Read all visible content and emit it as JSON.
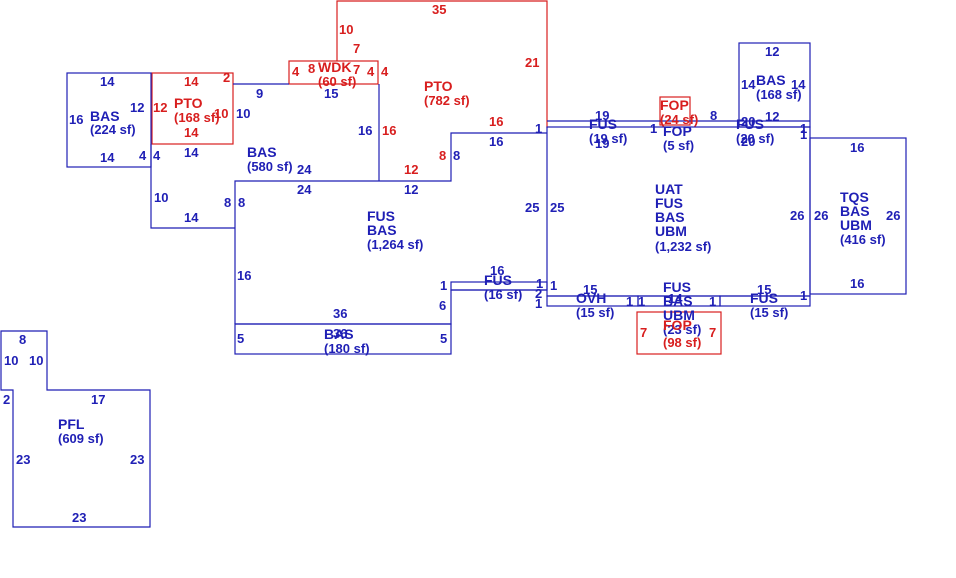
{
  "colors": {
    "living": "#1f1fb5",
    "other": "#d81e1e",
    "background": "#ffffff"
  },
  "areas": [
    {
      "id": "bas224",
      "code": "BAS",
      "area": "(224 sf)",
      "color": "living"
    },
    {
      "id": "pto168",
      "code": "PTO",
      "area": "(168 sf)",
      "color": "other"
    },
    {
      "id": "wdk60",
      "code": "WDK",
      "area": "(60 sf)",
      "color": "other"
    },
    {
      "id": "pto782",
      "code": "PTO",
      "area": "(782 sf)",
      "color": "other"
    },
    {
      "id": "bas580",
      "code": "BAS",
      "area": "(580 sf)",
      "color": "living"
    },
    {
      "id": "fusbas1264",
      "code": "FUS\nBAS",
      "area": "(1,264 sf)",
      "color": "living"
    },
    {
      "id": "bas180",
      "code": "BAS",
      "area": "(180 sf)",
      "color": "living"
    },
    {
      "id": "fus16",
      "code": "FUS",
      "area": "(16 sf)",
      "color": "living"
    },
    {
      "id": "fus19",
      "code": "FUS",
      "area": "(19 sf)",
      "color": "living"
    },
    {
      "id": "fop5",
      "code": "FOP",
      "area": "(5 sf)",
      "color": "living"
    },
    {
      "id": "fus20",
      "code": "FUS",
      "area": "(20 sf)",
      "color": "living"
    },
    {
      "id": "bas168",
      "code": "BAS",
      "area": "(168 sf)",
      "color": "living"
    },
    {
      "id": "uat1232",
      "code": "UAT\nFUS\nBAS\nUBM",
      "area": "(1,232 sf)",
      "color": "living"
    },
    {
      "id": "tqs416",
      "code": "TQS\nBAS\nUBM",
      "area": "(416 sf)",
      "color": "living"
    },
    {
      "id": "ovh15",
      "code": "OVH",
      "area": "(15 sf)",
      "color": "living"
    },
    {
      "id": "fusbasubm23",
      "code": "FUS\nBAS\nUBM",
      "area": "(23 sf)",
      "color": "living"
    },
    {
      "id": "fus15",
      "code": "FUS",
      "area": "(15 sf)",
      "color": "living"
    },
    {
      "id": "fop98",
      "code": "FOP",
      "area": "(98 sf)",
      "color": "other"
    },
    {
      "id": "fop24",
      "code": "FOP",
      "area": "(24 sf)",
      "color": "other"
    },
    {
      "id": "pfl609",
      "code": "PFL",
      "area": "(609 sf)",
      "color": "living"
    }
  ],
  "dimensions": [
    {
      "id": "d1",
      "text": "14",
      "color": "living"
    },
    {
      "id": "d2",
      "text": "16",
      "color": "living"
    },
    {
      "id": "d3",
      "text": "12",
      "color": "living"
    },
    {
      "id": "d4",
      "text": "14",
      "color": "living"
    },
    {
      "id": "d5",
      "text": "4",
      "color": "living"
    },
    {
      "id": "d6",
      "text": "14",
      "color": "other"
    },
    {
      "id": "d7",
      "text": "2",
      "color": "other"
    },
    {
      "id": "d8",
      "text": "12",
      "color": "other"
    },
    {
      "id": "d9",
      "text": "10",
      "color": "other"
    },
    {
      "id": "d10",
      "text": "14",
      "color": "other"
    },
    {
      "id": "d11",
      "text": "10",
      "color": "living"
    },
    {
      "id": "d12",
      "text": "9",
      "color": "living"
    },
    {
      "id": "d13",
      "text": "4",
      "color": "living"
    },
    {
      "id": "d14",
      "text": "14",
      "color": "living"
    },
    {
      "id": "d15",
      "text": "10",
      "color": "living"
    },
    {
      "id": "d16",
      "text": "14",
      "color": "living"
    },
    {
      "id": "d17",
      "text": "8",
      "color": "living"
    },
    {
      "id": "d18",
      "text": "8",
      "color": "living"
    },
    {
      "id": "d19",
      "text": "4",
      "color": "other"
    },
    {
      "id": "d20",
      "text": "8",
      "color": "other"
    },
    {
      "id": "d21",
      "text": "7",
      "color": "other"
    },
    {
      "id": "d22",
      "text": "4",
      "color": "other"
    },
    {
      "id": "d23",
      "text": "4",
      "color": "other"
    },
    {
      "id": "d24",
      "text": "7",
      "color": "other"
    },
    {
      "id": "d25",
      "text": "10",
      "color": "other"
    },
    {
      "id": "d26",
      "text": "35",
      "color": "other"
    },
    {
      "id": "d27",
      "text": "21",
      "color": "other"
    },
    {
      "id": "d28",
      "text": "15",
      "color": "living"
    },
    {
      "id": "d29",
      "text": "16",
      "color": "living"
    },
    {
      "id": "d30",
      "text": "16",
      "color": "other"
    },
    {
      "id": "d31",
      "text": "16",
      "color": "other"
    },
    {
      "id": "d32",
      "text": "16",
      "color": "living"
    },
    {
      "id": "d33",
      "text": "8",
      "color": "other"
    },
    {
      "id": "d34",
      "text": "8",
      "color": "living"
    },
    {
      "id": "d35",
      "text": "12",
      "color": "other"
    },
    {
      "id": "d36",
      "text": "12",
      "color": "living"
    },
    {
      "id": "d37",
      "text": "24",
      "color": "living"
    },
    {
      "id": "d38",
      "text": "24",
      "color": "living"
    },
    {
      "id": "d39",
      "text": "16",
      "color": "living"
    },
    {
      "id": "d40",
      "text": "36",
      "color": "living"
    },
    {
      "id": "d41",
      "text": "6",
      "color": "living"
    },
    {
      "id": "d42",
      "text": "1",
      "color": "living"
    },
    {
      "id": "d43",
      "text": "5",
      "color": "living"
    },
    {
      "id": "d44",
      "text": "5",
      "color": "living"
    },
    {
      "id": "d45",
      "text": "36",
      "color": "living"
    },
    {
      "id": "d46",
      "text": "16",
      "color": "living"
    },
    {
      "id": "d47",
      "text": "1",
      "color": "living"
    },
    {
      "id": "d48",
      "text": "1",
      "color": "living"
    },
    {
      "id": "d49",
      "text": "2",
      "color": "living"
    },
    {
      "id": "d50",
      "text": "25",
      "color": "living"
    },
    {
      "id": "d51",
      "text": "25",
      "color": "living"
    },
    {
      "id": "d52",
      "text": "1",
      "color": "living"
    },
    {
      "id": "d53",
      "text": "19",
      "color": "living"
    },
    {
      "id": "d54",
      "text": "19",
      "color": "living"
    },
    {
      "id": "d55",
      "text": "1",
      "color": "living"
    },
    {
      "id": "d56",
      "text": "8",
      "color": "living"
    },
    {
      "id": "d57",
      "text": "20",
      "color": "living"
    },
    {
      "id": "d58",
      "text": "20",
      "color": "living"
    },
    {
      "id": "d59",
      "text": "1",
      "color": "living"
    },
    {
      "id": "d60",
      "text": "1",
      "color": "living"
    },
    {
      "id": "d61",
      "text": "12",
      "color": "living"
    },
    {
      "id": "d62",
      "text": "14",
      "color": "living"
    },
    {
      "id": "d63",
      "text": "14",
      "color": "living"
    },
    {
      "id": "d64",
      "text": "12",
      "color": "living"
    },
    {
      "id": "d65",
      "text": "16",
      "color": "living"
    },
    {
      "id": "d66",
      "text": "26",
      "color": "living"
    },
    {
      "id": "d67",
      "text": "26",
      "color": "living"
    },
    {
      "id": "d68",
      "text": "26",
      "color": "living"
    },
    {
      "id": "d69",
      "text": "16",
      "color": "living"
    },
    {
      "id": "d70",
      "text": "1",
      "color": "living"
    },
    {
      "id": "d71",
      "text": "15",
      "color": "living"
    },
    {
      "id": "d72",
      "text": "1",
      "color": "living"
    },
    {
      "id": "d73",
      "text": "1",
      "color": "living"
    },
    {
      "id": "d74",
      "text": "1",
      "color": "living"
    },
    {
      "id": "d75",
      "text": "1",
      "color": "living"
    },
    {
      "id": "d76",
      "text": "15",
      "color": "living"
    },
    {
      "id": "d77",
      "text": "7",
      "color": "other"
    },
    {
      "id": "d78",
      "text": "7",
      "color": "other"
    },
    {
      "id": "d79",
      "text": "14",
      "color": "living"
    },
    {
      "id": "d80",
      "text": "8",
      "color": "living"
    },
    {
      "id": "d81",
      "text": "10",
      "color": "living"
    },
    {
      "id": "d82",
      "text": "10",
      "color": "living"
    },
    {
      "id": "d83",
      "text": "2",
      "color": "living"
    },
    {
      "id": "d84",
      "text": "17",
      "color": "living"
    },
    {
      "id": "d85",
      "text": "23",
      "color": "living"
    },
    {
      "id": "d86",
      "text": "23",
      "color": "living"
    },
    {
      "id": "d87",
      "text": "23",
      "color": "living"
    }
  ]
}
